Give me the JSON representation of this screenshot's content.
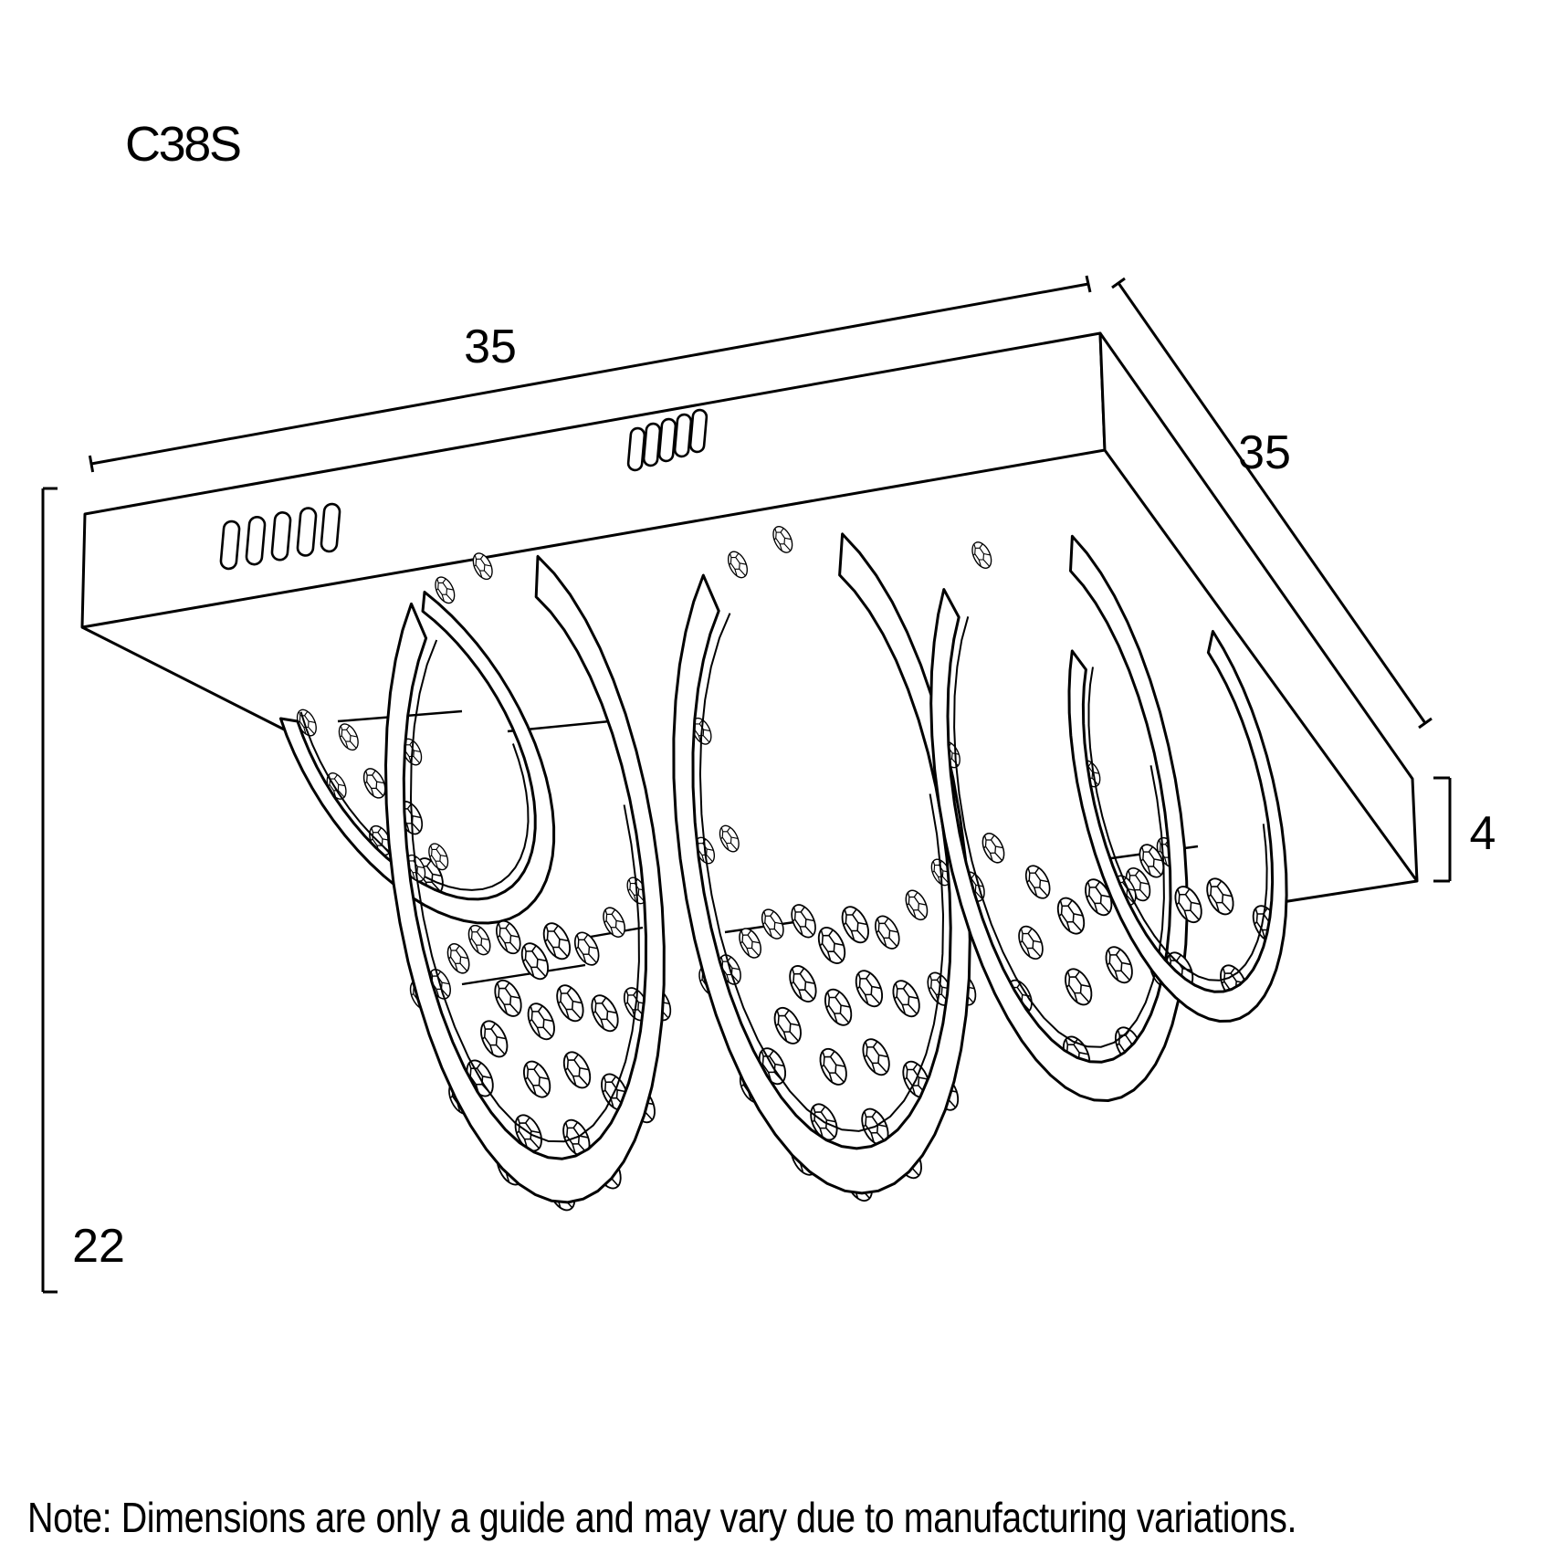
{
  "title": "C38S",
  "note": "Note: Dimensions are only a guide and may vary due to manufacturing variations.",
  "dimensions": {
    "width_label": "35",
    "depth_label": "35",
    "thickness_label": "4",
    "height_label": "22"
  },
  "colors": {
    "line": "#000000",
    "background": "#ffffff"
  }
}
